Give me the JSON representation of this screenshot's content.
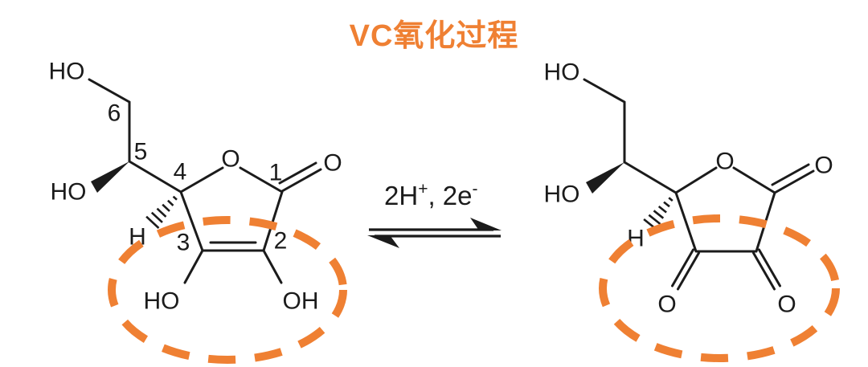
{
  "title": "VC氧化过程",
  "colors": {
    "accent_orange": "#EF8033",
    "bond_black": "#1B1B1B"
  },
  "reaction": {
    "condition": {
      "coefficient_h": "2H",
      "h_superscript": "+",
      "separator_e": ", 2e",
      "e_superscript": "-"
    }
  },
  "left_molecule": {
    "atom_labels": {
      "ho_top": "HO",
      "ho_mid": "HO",
      "ring_o": "O",
      "carbonyl_o": "O",
      "h_stereo": "H",
      "oh_bottom_left": "HO",
      "oh_bottom_right": "OH"
    },
    "carbon_numbers": {
      "c6": "6",
      "c5": "5",
      "c4": "4",
      "c1": "1",
      "c3": "3",
      "c2": "2"
    }
  },
  "right_molecule": {
    "atom_labels": {
      "ho_top": "HO",
      "ho_mid": "HO",
      "ring_o": "O",
      "carbonyl_o": "O",
      "h_stereo": "H",
      "keto_left_o": "O",
      "keto_right_o": "O"
    }
  }
}
